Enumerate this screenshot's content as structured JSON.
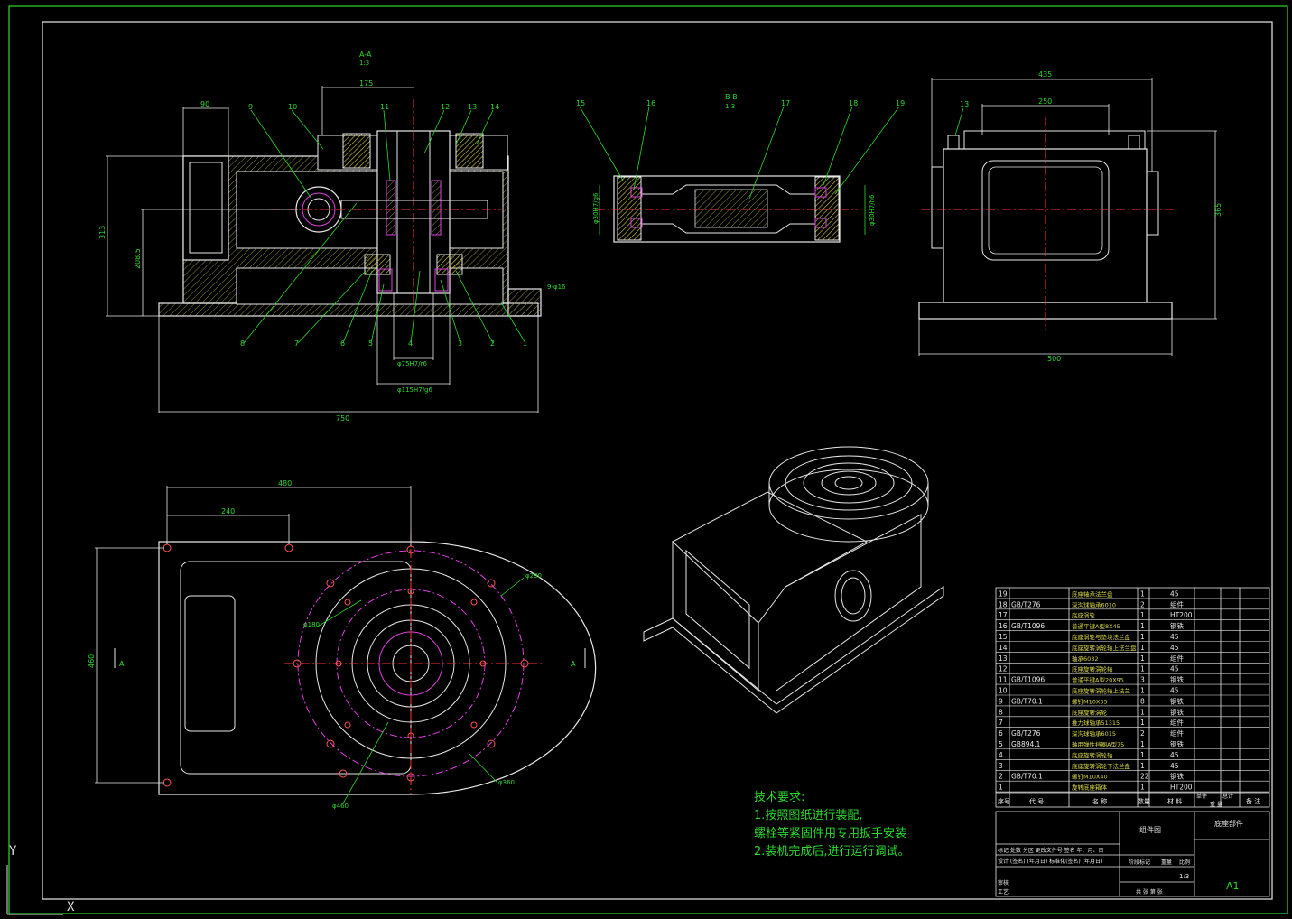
{
  "section_labels": {
    "aa_title": "A-A",
    "aa_scale": "1:3",
    "bb_title": "B-B",
    "bb_scale": "1:3",
    "arrow_a_left": "A",
    "arrow_a_right": "A"
  },
  "dimensions": {
    "front_90": "90",
    "front_175": "175",
    "front_313": "313",
    "front_2085": "208.5",
    "front_750": "750",
    "front_phi75": "φ75H7/r6",
    "front_phi115": "φ115H7/g6",
    "front_hole": "9-φ16",
    "shaft_phi_left": "φ30H7/g6",
    "shaft_phi_right": "φ30H7/h6",
    "side_435": "435",
    "side_250": "250",
    "side_365": "365",
    "side_500": "500",
    "top_480": "480",
    "top_240": "240",
    "top_460": "460",
    "top_phi290": "φ290",
    "top_phi180": "φ180",
    "top_phi360": "φ360",
    "top_phi460": "φ460"
  },
  "balloons_front": [
    "9",
    "10",
    "11",
    "12",
    "13",
    "14",
    "8",
    "7",
    "6",
    "5",
    "4",
    "3",
    "2",
    "1"
  ],
  "balloons_bb": [
    "15",
    "16",
    "17",
    "18",
    "19"
  ],
  "balloon_side": "13",
  "tech_requirements": {
    "title": "技术要求:",
    "line1": "1.按照图纸进行装配,",
    "line2": "螺栓等紧固件用专用扳手安装",
    "line3": "2.装机完成后,进行运行调试。"
  },
  "parts_list": [
    {
      "no": "19",
      "code": "",
      "name": "底座轴承法兰盘",
      "qty": "1",
      "mat": "45"
    },
    {
      "no": "18",
      "code": "GB/T276",
      "name": "深沟球轴承6010",
      "qty": "2",
      "mat": "组件"
    },
    {
      "no": "17",
      "code": "",
      "name": "底座涡轮",
      "qty": "1",
      "mat": "HT200"
    },
    {
      "no": "16",
      "code": "GB/T1096",
      "name": "普通平键A型8X45",
      "qty": "1",
      "mat": "钢铁"
    },
    {
      "no": "15",
      "code": "",
      "name": "底座涡轮与垫块法兰盘",
      "qty": "1",
      "mat": "45"
    },
    {
      "no": "14",
      "code": "",
      "name": "底座旋转涡轮轴上法兰盘",
      "qty": "1",
      "mat": "45"
    },
    {
      "no": "13",
      "code": "",
      "name": "轴承6032",
      "qty": "1",
      "mat": "组件"
    },
    {
      "no": "12",
      "code": "",
      "name": "底座旋转涡轮轴",
      "qty": "1",
      "mat": "45"
    },
    {
      "no": "11",
      "code": "GB/T1096",
      "name": "普通平键A型20X95",
      "qty": "3",
      "mat": "钢铁"
    },
    {
      "no": "10",
      "code": "",
      "name": "底座旋转涡轮轴上法兰",
      "qty": "1",
      "mat": "45"
    },
    {
      "no": "9",
      "code": "GB/T70.1",
      "name": "螺钉M10X35",
      "qty": "8",
      "mat": "钢铁"
    },
    {
      "no": "8",
      "code": "",
      "name": "底座旋转涡轮",
      "qty": "1",
      "mat": "钢铁"
    },
    {
      "no": "7",
      "code": "",
      "name": "推力球轴承51315",
      "qty": "1",
      "mat": "组件"
    },
    {
      "no": "6",
      "code": "GB/T276",
      "name": "深沟球轴承6015",
      "qty": "2",
      "mat": "组件"
    },
    {
      "no": "5",
      "code": "GB894.1",
      "name": "轴用弹性挡圈A型75",
      "qty": "1",
      "mat": "钢铁"
    },
    {
      "no": "4",
      "code": "",
      "name": "底座旋转涡轮轴",
      "qty": "1",
      "mat": "45"
    },
    {
      "no": "3",
      "code": "",
      "name": "底座旋转涡轮下法兰盘",
      "qty": "1",
      "mat": "45"
    },
    {
      "no": "2",
      "code": "GB/T70.1",
      "name": "螺钉M10X40",
      "qty": "22",
      "mat": "钢铁"
    },
    {
      "no": "1",
      "code": "",
      "name": "旋转底座箱体",
      "qty": "1",
      "mat": "HT200"
    }
  ],
  "parts_header": {
    "no": "序号",
    "code": "代 号",
    "name": "名 称",
    "qty": "数量",
    "mat": "材 料",
    "single": "单件",
    "total": "总计",
    "weight": "重 量",
    "remark": "备 注"
  },
  "title_block": {
    "drawing_title": "组件图",
    "part_name": "底座部件",
    "mark_row": "标记  处数  分区  更改文件号 签名  年、月、日",
    "design_row": "设计 (签名) (年月日) 标准化(签名) (年月日)",
    "stage_mark": "阶段标记",
    "weight": "重量",
    "scale": "比例",
    "scale_value": "1:3",
    "review": "审核",
    "process": "工艺",
    "sheet_info": "共  张 第  张",
    "sheet_size": "A1"
  },
  "ucs": {
    "y": "Y",
    "x": "X"
  }
}
